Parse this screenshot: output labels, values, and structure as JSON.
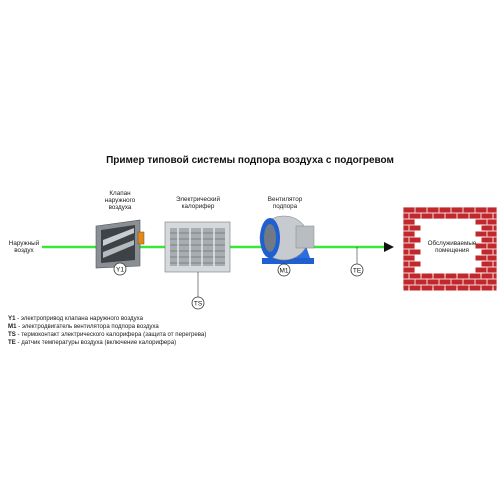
{
  "title": "Пример типовой системы подпора воздуха с подогревом",
  "inlet_label": "Наружный\nвоздух",
  "components": [
    {
      "id": "damper",
      "label": "Клапан\nнаружного\nвоздуха",
      "sensor": "Y1"
    },
    {
      "id": "heater",
      "label": "Электрический\nкалорифер",
      "sensor": "TS"
    },
    {
      "id": "fan",
      "label": "Вентилятор\nподпора",
      "sensor": "M1"
    }
  ],
  "duct_sensor": "TE",
  "room_label": "Обслуживаемые\nпомещения",
  "legend": [
    {
      "code": "Y1",
      "text": " - электропривод клапана наружного воздуха"
    },
    {
      "code": "M1",
      "text": " - электродвигатель вентилятора подпора воздуха"
    },
    {
      "code": "TS",
      "text": " - термоконтакт электрического калорифера (защита от перегрева)"
    },
    {
      "code": "TE",
      "text": " - датчик температуры воздуха (включение калорифера)"
    }
  ],
  "colors": {
    "airflow": "#39e639",
    "brick": "#c0282d",
    "fan_blue": "#1f5fcf"
  }
}
